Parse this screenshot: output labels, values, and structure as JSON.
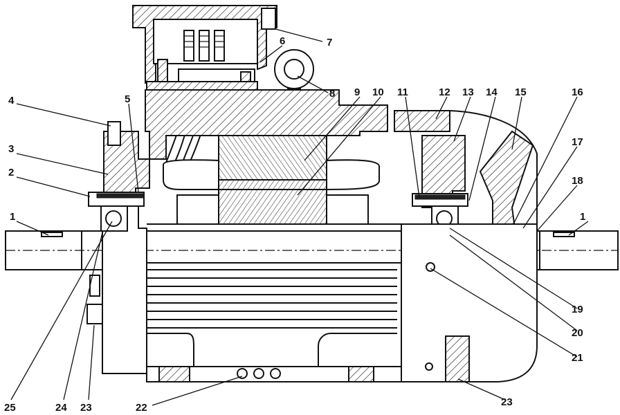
{
  "callouts": [
    {
      "id": "c1a",
      "label": "1"
    },
    {
      "id": "c1b",
      "label": "1"
    },
    {
      "id": "c2",
      "label": "2"
    },
    {
      "id": "c3",
      "label": "3"
    },
    {
      "id": "c4",
      "label": "4"
    },
    {
      "id": "c5",
      "label": "5"
    },
    {
      "id": "c6",
      "label": "6"
    },
    {
      "id": "c7",
      "label": "7"
    },
    {
      "id": "c8",
      "label": "8"
    },
    {
      "id": "c9",
      "label": "9"
    },
    {
      "id": "c10",
      "label": "10"
    },
    {
      "id": "c11",
      "label": "11"
    },
    {
      "id": "c12",
      "label": "12"
    },
    {
      "id": "c13",
      "label": "13"
    },
    {
      "id": "c14",
      "label": "14"
    },
    {
      "id": "c15",
      "label": "15"
    },
    {
      "id": "c16",
      "label": "16"
    },
    {
      "id": "c17",
      "label": "17"
    },
    {
      "id": "c18",
      "label": "18"
    },
    {
      "id": "c19",
      "label": "19"
    },
    {
      "id": "c20",
      "label": "20"
    },
    {
      "id": "c21",
      "label": "21"
    },
    {
      "id": "c22",
      "label": "22"
    },
    {
      "id": "c23a",
      "label": "23"
    },
    {
      "id": "c23b",
      "label": "23"
    },
    {
      "id": "c24",
      "label": "24"
    },
    {
      "id": "c25",
      "label": "25"
    }
  ]
}
